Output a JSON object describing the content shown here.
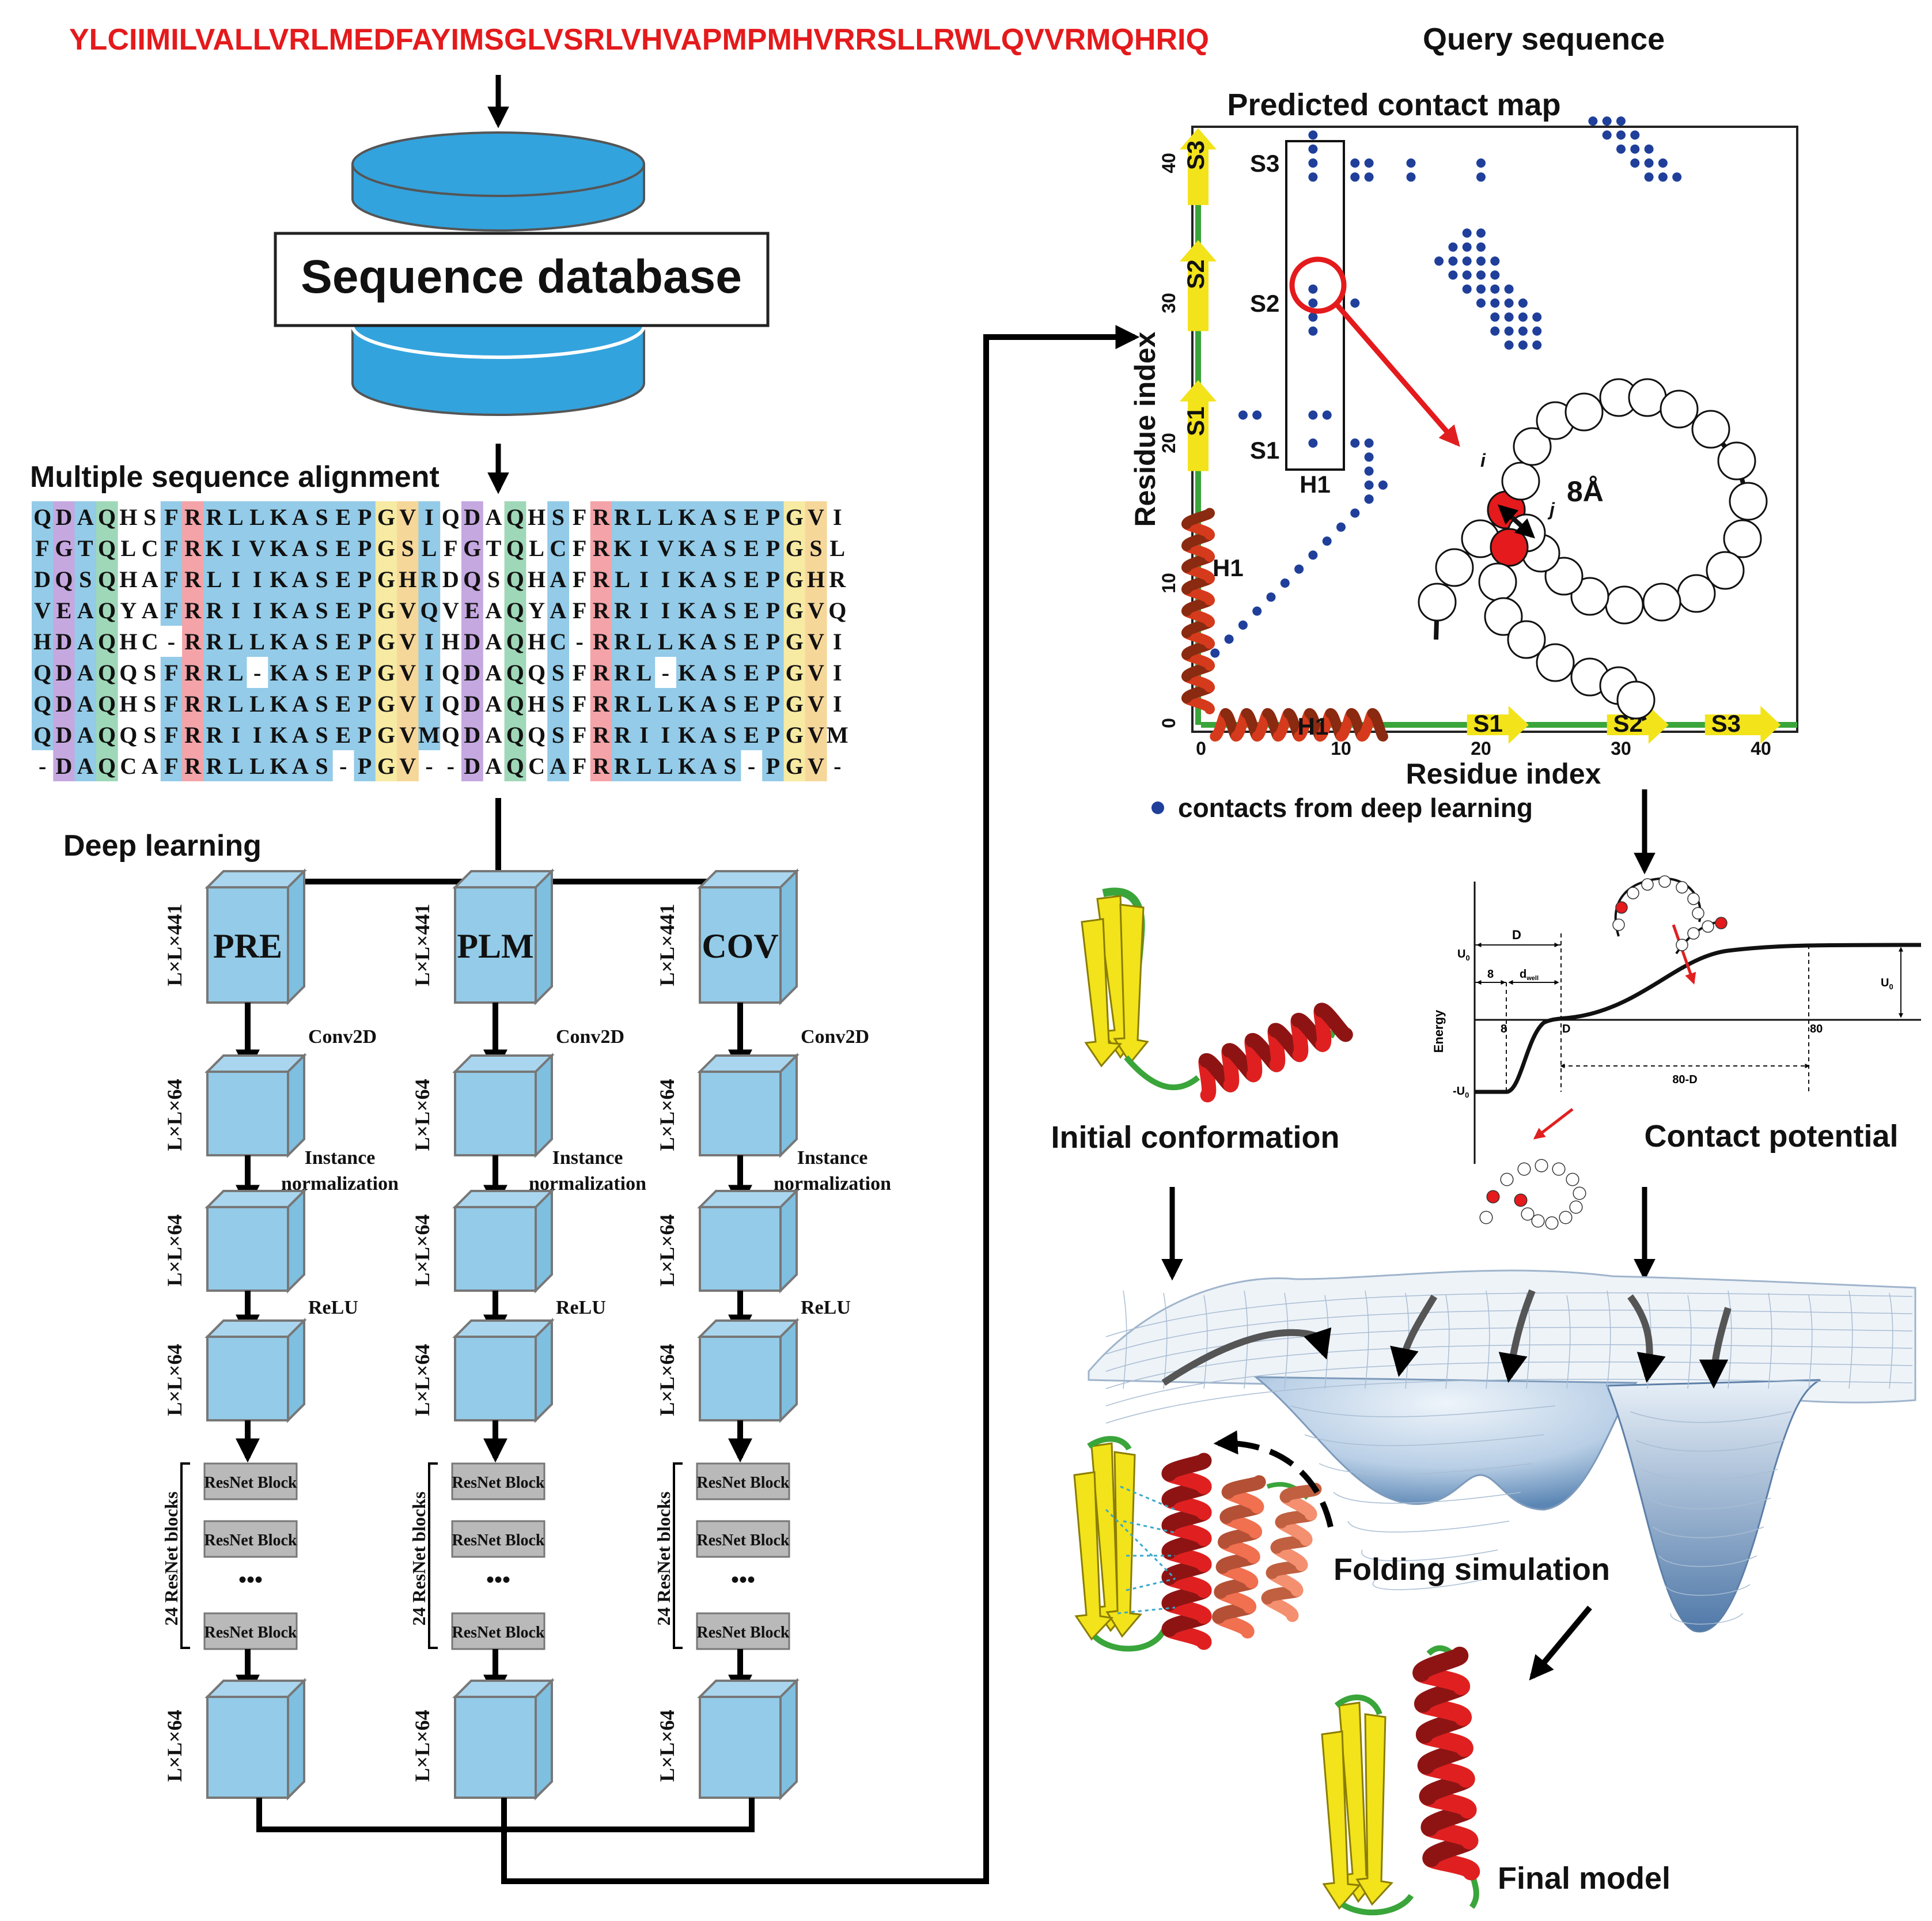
{
  "query": {
    "sequence": "YLCIIMILVALLVRLMEDFAYIMSGLVSRLVHVAPMPMHVRRSLLRWLQVVRMQHRIQ",
    "label": "Query sequence"
  },
  "database": {
    "label": "Sequence database"
  },
  "msa": {
    "title": "Multiple sequence alignment",
    "rows": [
      "QDAQHSFRRLLKASEPGVIQDAQHSFRRLLKASEPGVI",
      "FGTQLCFRKIVKASEPGSLFGTQLCFRKIVKASEPGSL",
      "DQSQHAFRLIIKASEPGHRDQSQHAFRLIIKASEPGHR",
      "VEAQYAFRRIIKASEPGVQVEAQYAFRRIIKASEPGVQ",
      "HDAQHC-RRLLKASEPGVIHDAQHC-RRLLKASEPGVI",
      "QDAQQSFRRL-KASEPGVIQDAQQSFRRL-KASEPGVI",
      "QDAQHSFRRLLKASEPGVIQDAQHSFRRLLKASEPGVI",
      "QDAQQSFRRIIKASEPGVMQDAQQSFRRIIKASEPGVM",
      "-DAQCAFRRLLKAS-PGV--DAQCAFRRLLKAS-PGV-"
    ]
  },
  "deep_learning": {
    "title": "Deep learning",
    "columns": [
      {
        "input": "PRE"
      },
      {
        "input": "PLM"
      },
      {
        "input": "COV"
      }
    ],
    "dim_input": "L×L×441",
    "dim_feature": "L×L×64",
    "op_conv": "Conv2D",
    "op_norm_1": "Instance",
    "op_norm_2": "normalization",
    "op_relu": "ReLU",
    "resnet_label": "ResNet Block",
    "resnet_ellipsis": "•••",
    "resnet_group": "24 ResNet blocks"
  },
  "contact_map": {
    "title": "Predicted contact map",
    "xlabel": "Residue index",
    "ylabel": "Residue index",
    "xticks": [
      "0",
      "10",
      "20",
      "30",
      "40"
    ],
    "yticks": [
      "0",
      "10",
      "20",
      "30",
      "40"
    ],
    "ss_x": [
      "H1",
      "S1",
      "S2",
      "S3"
    ],
    "ss_y": [
      "H1",
      "S1",
      "S2",
      "S3"
    ],
    "row_labels": [
      "S3",
      "S2",
      "S1"
    ],
    "box_label": "H1",
    "distance_label": "8Å",
    "residue_i": "i",
    "residue_j": "j",
    "legend": "contacts from deep learning",
    "contact_color": "#1f3f9a"
  },
  "potential": {
    "title": "Contact potential",
    "ylabel": "Energy",
    "u0": "U",
    "u0_sub": "0",
    "neg_u0": "-U",
    "d_label": "D",
    "eight": "8",
    "dwell": "d",
    "dwell_sub": "well",
    "x_8": "8",
    "x_d": "D",
    "x_80": "80",
    "span_label": "80-D"
  },
  "labels": {
    "initial": "Initial conformation",
    "folding": "Folding simulation",
    "final": "Final model"
  },
  "colors": {
    "query_red": "#e41a1c",
    "box_blue": "#93cbe8",
    "helix_red": "#e02020",
    "strand_yellow": "#f2e31b",
    "ss_green": "#3aa53a"
  }
}
